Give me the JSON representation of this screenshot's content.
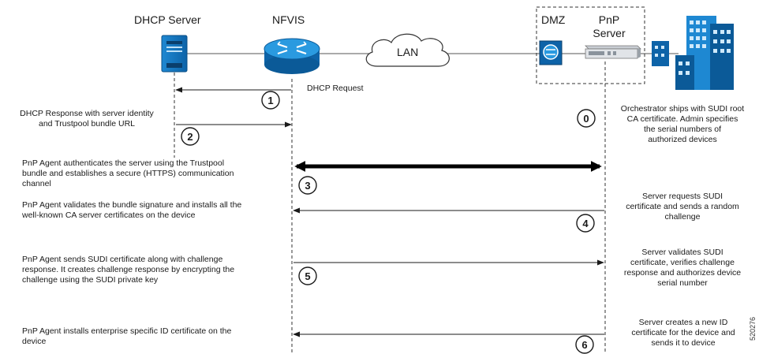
{
  "headers": {
    "dhcp_server": "DHCP Server",
    "nfvis": "NFVIS",
    "lan": "LAN",
    "dmz": "DMZ",
    "pnp_server": "PnP\nServer"
  },
  "labels": {
    "dhcp_request": "DHCP Request",
    "step1_left": "DHCP Response with server identity\nand Trustpool bundle URL",
    "step0_right": "Orchestrator ships with SUDI root\nCA certificate. Admin specifies\nthe serial numbers of\nauthorized devices",
    "step3_left": "PnP Agent authenticates the server using the Trustpool\nbundle and establishes a secure (HTTPS) communication\nchannel",
    "step4_left": "PnP Agent validates the bundle signature and installs all the\nwell-known CA server certificates on the device",
    "step4_right": "Server requests SUDI\ncertificate and sends a random\nchallenge",
    "step5_left": "PnP Agent sends SUDI certificate along with challenge\nresponse. It creates challenge response by encrypting the\nchallenge using the SUDI private key",
    "step5_right": "Server validates SUDI\ncertificate, verifies challenge\nresponse and authorizes device\nserial number",
    "step6_left": "PnP Agent installs enterprise specific ID certificate on the\ndevice",
    "step6_right": "Server creates a new ID\ncertificate for the device and\nsends it to device",
    "figure_id": "520276"
  },
  "steps": [
    "0",
    "1",
    "2",
    "3",
    "4",
    "5",
    "6"
  ],
  "icons": {
    "dhcp_server": "server-tower-icon",
    "nfvis": "router-icon",
    "lan": "cloud-icon",
    "dmz": "firewall-icon",
    "pnp_server": "rack-server-icon",
    "enterprise": "office-buildings-icon"
  },
  "colors": {
    "device_blue": "#1f8fd6",
    "device_dark": "#0b5f9e",
    "line": "#1a1a1a"
  }
}
